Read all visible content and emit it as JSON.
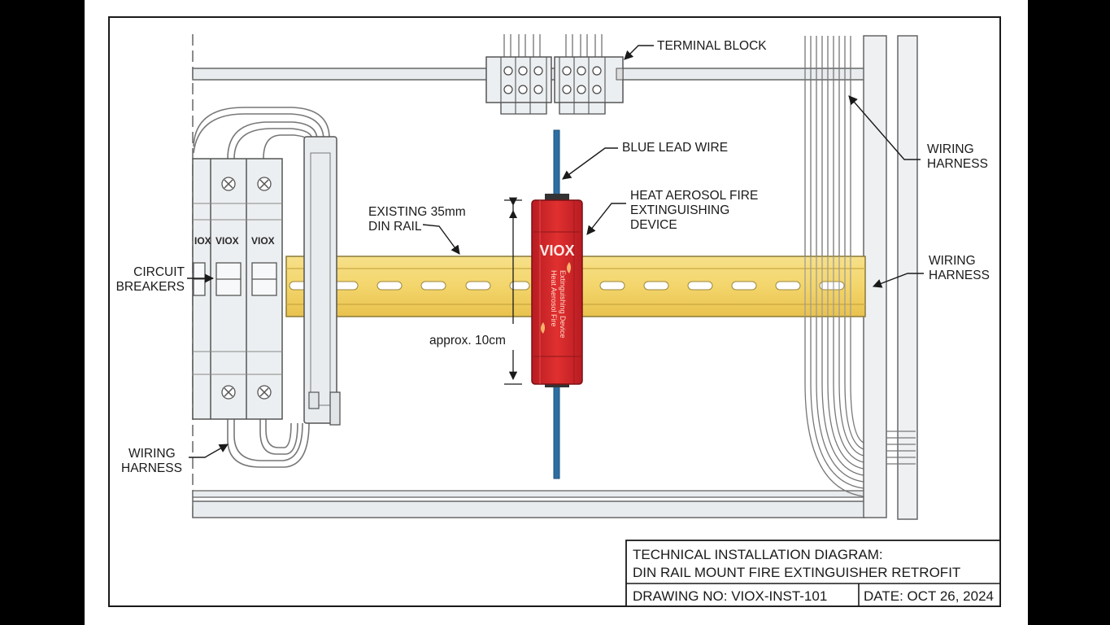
{
  "labels": {
    "terminal_block": "TERMINAL BLOCK",
    "blue_lead_wire": "BLUE LEAD WIRE",
    "device_line1": "HEAT AEROSOL FIRE",
    "device_line2": "EXTINGUISHING",
    "device_line3": "DEVICE",
    "rail_line1": "EXISTING 35mm",
    "rail_line2": "DIN RAIL",
    "circuit_line1": "CIRCUIT",
    "circuit_line2": "BREAKERS",
    "harness_top_line1": "WIRING",
    "harness_top_line2": "HARNESS",
    "harness_mid_line1": "WIRING",
    "harness_mid_line2": "HARNESS",
    "harness_left_line1": "WIRING",
    "harness_left_line2": "HARNESS",
    "dimension": "approx. 10cm"
  },
  "breakers": {
    "brand_partial": "IOX",
    "brand_1": "VIOX",
    "brand_2": "VIOX"
  },
  "device": {
    "brand": "VIOX",
    "side_text_1": "Heat Aerosol Fire",
    "side_text_2": "Extinguishing Device"
  },
  "title_block": {
    "line1": "TECHNICAL INSTALLATION DIAGRAM:",
    "line2": "DIN RAIL MOUNT FIRE EXTINGUISHER RETROFIT",
    "drawing_no": "DRAWING NO: VIOX-INST-101",
    "date": "DATE: OCT 26, 2024"
  },
  "colors": {
    "rail": "#f3d56b",
    "device": "#d9262b",
    "wire": "#2e6fa3",
    "line": "#555555"
  }
}
